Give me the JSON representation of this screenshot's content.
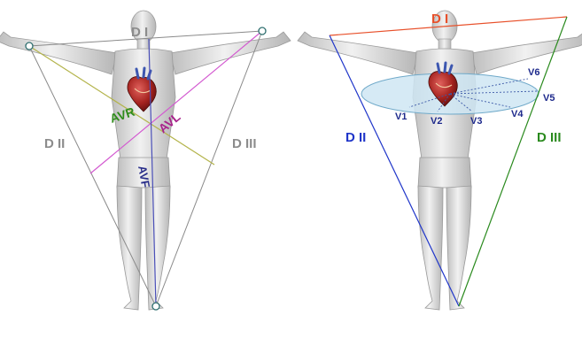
{
  "left_panel": {
    "labels": {
      "d1": "D I",
      "d2": "D II",
      "d3": "D III",
      "avr": "AVR",
      "avl": "AVL",
      "avf": "AVF"
    },
    "colors": {
      "lead_line": "#8a8a8a",
      "avr": "#2e8b1a",
      "avl": "#a8238c",
      "avf": "#2a2f8a",
      "avr_line": "#b3b34a",
      "avl_line": "#d35ad0",
      "avf_line": "#4a4fb8",
      "label_gray": "#8c8c8c"
    }
  },
  "right_panel": {
    "labels": {
      "d1": "D I",
      "d2": "D II",
      "d3": "D III",
      "v1": "V1",
      "v2": "V2",
      "v3": "V3",
      "v4": "V4",
      "v5": "V5",
      "v6": "V6"
    },
    "colors": {
      "d1": "#e8502a",
      "d2": "#1f35c9",
      "d3": "#2a8a1e",
      "v_labels": "#1e2a8c",
      "plane_fill": "#cfe6f3",
      "plane_stroke": "#6fa9c9"
    }
  },
  "icons": [
    "heart-icon",
    "human-figure-icon"
  ]
}
